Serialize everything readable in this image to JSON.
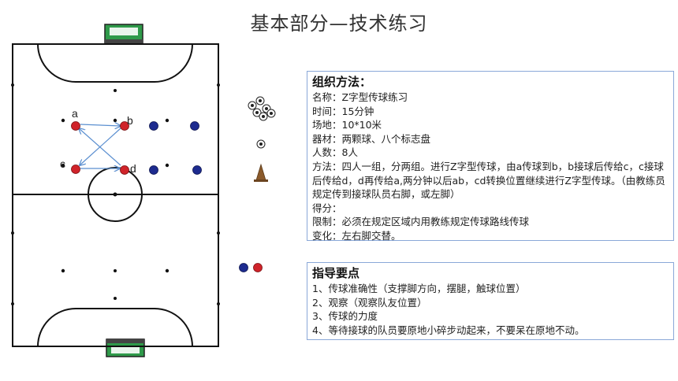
{
  "title": "基本部分—技术练习",
  "labels": {
    "a": "a",
    "b": "b",
    "c": "c",
    "d": "d"
  },
  "organization": {
    "heading": "组织方法：",
    "lines": [
      "名称：Z字型传球练习",
      "时间：15分钟",
      "场地：10*10米",
      "器材：两颗球、八个标志盘",
      "人数：8人",
      "方法：四人一组，分两组。进行Z字型传球，由a传球到b，b接球后传给c，c接球后传给d，d再传给a,两分钟以后ab，cd转换位置继续进行Z字型传球。（由教练员规定传到接球队员右脚，或左脚）",
      "得分：",
      "限制：必须在规定区域内用教练规定传球路线传球",
      "变化：左右脚交替。"
    ]
  },
  "guidance": {
    "heading": "指导要点",
    "lines": [
      "1、传球准确性（支撑脚方向，摆腿，触球位置）",
      "2、观察（观察队友位置）",
      "3、传球的力度",
      "4、等待接球的队员要原地小碎步动起来，不要呆在原地不动。"
    ]
  },
  "colors": {
    "red_player": "#d0232a",
    "blue_player": "#1d2b8f",
    "goal_green": "#2f9a4a",
    "cone": "#8b5a2b",
    "pass_arrow": "#5b8fd0",
    "box_border": "#8aa8d8"
  }
}
